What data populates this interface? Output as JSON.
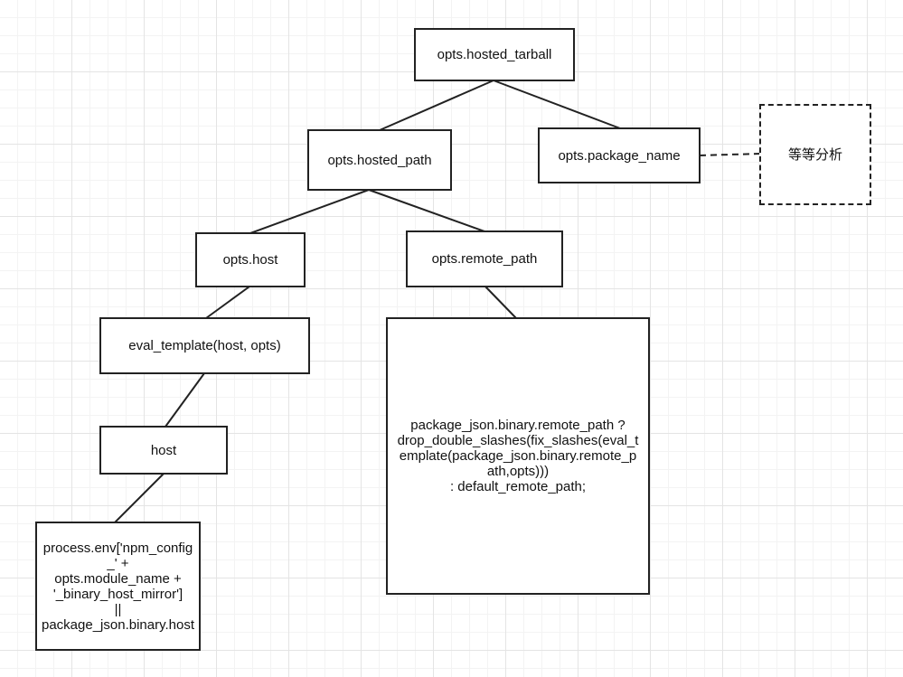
{
  "nodes": {
    "hosted_tarball": "opts.hosted_tarball",
    "hosted_path": "opts.hosted_path",
    "package_name": "opts.package_name",
    "note": "等等分析",
    "host": "opts.host",
    "remote_path": "opts.remote_path",
    "eval_template": "eval_template(host, opts)",
    "host_value": "host",
    "host_expression": "process.env['npm_config_' +\nopts.module_name +\n'_binary_host_mirror']\n||\npackage_json.binary.host",
    "remote_path_expression": "package_json.binary.remote_path ?\ndrop_double_slashes(fix_slashes(eval_template(package_json.binary.remote_path,opts)))\n: default_remote_path;"
  },
  "edges": [
    {
      "from": "hosted_tarball",
      "to": "hosted_path",
      "style": "solid"
    },
    {
      "from": "hosted_tarball",
      "to": "package_name",
      "style": "solid"
    },
    {
      "from": "package_name",
      "to": "note",
      "style": "dashed"
    },
    {
      "from": "hosted_path",
      "to": "host",
      "style": "solid"
    },
    {
      "from": "hosted_path",
      "to": "remote_path",
      "style": "solid"
    },
    {
      "from": "host",
      "to": "eval_template",
      "style": "solid"
    },
    {
      "from": "eval_template",
      "to": "host_value",
      "style": "solid"
    },
    {
      "from": "host_value",
      "to": "host_expression",
      "style": "solid"
    },
    {
      "from": "remote_path",
      "to": "remote_path_expression",
      "style": "solid"
    }
  ]
}
